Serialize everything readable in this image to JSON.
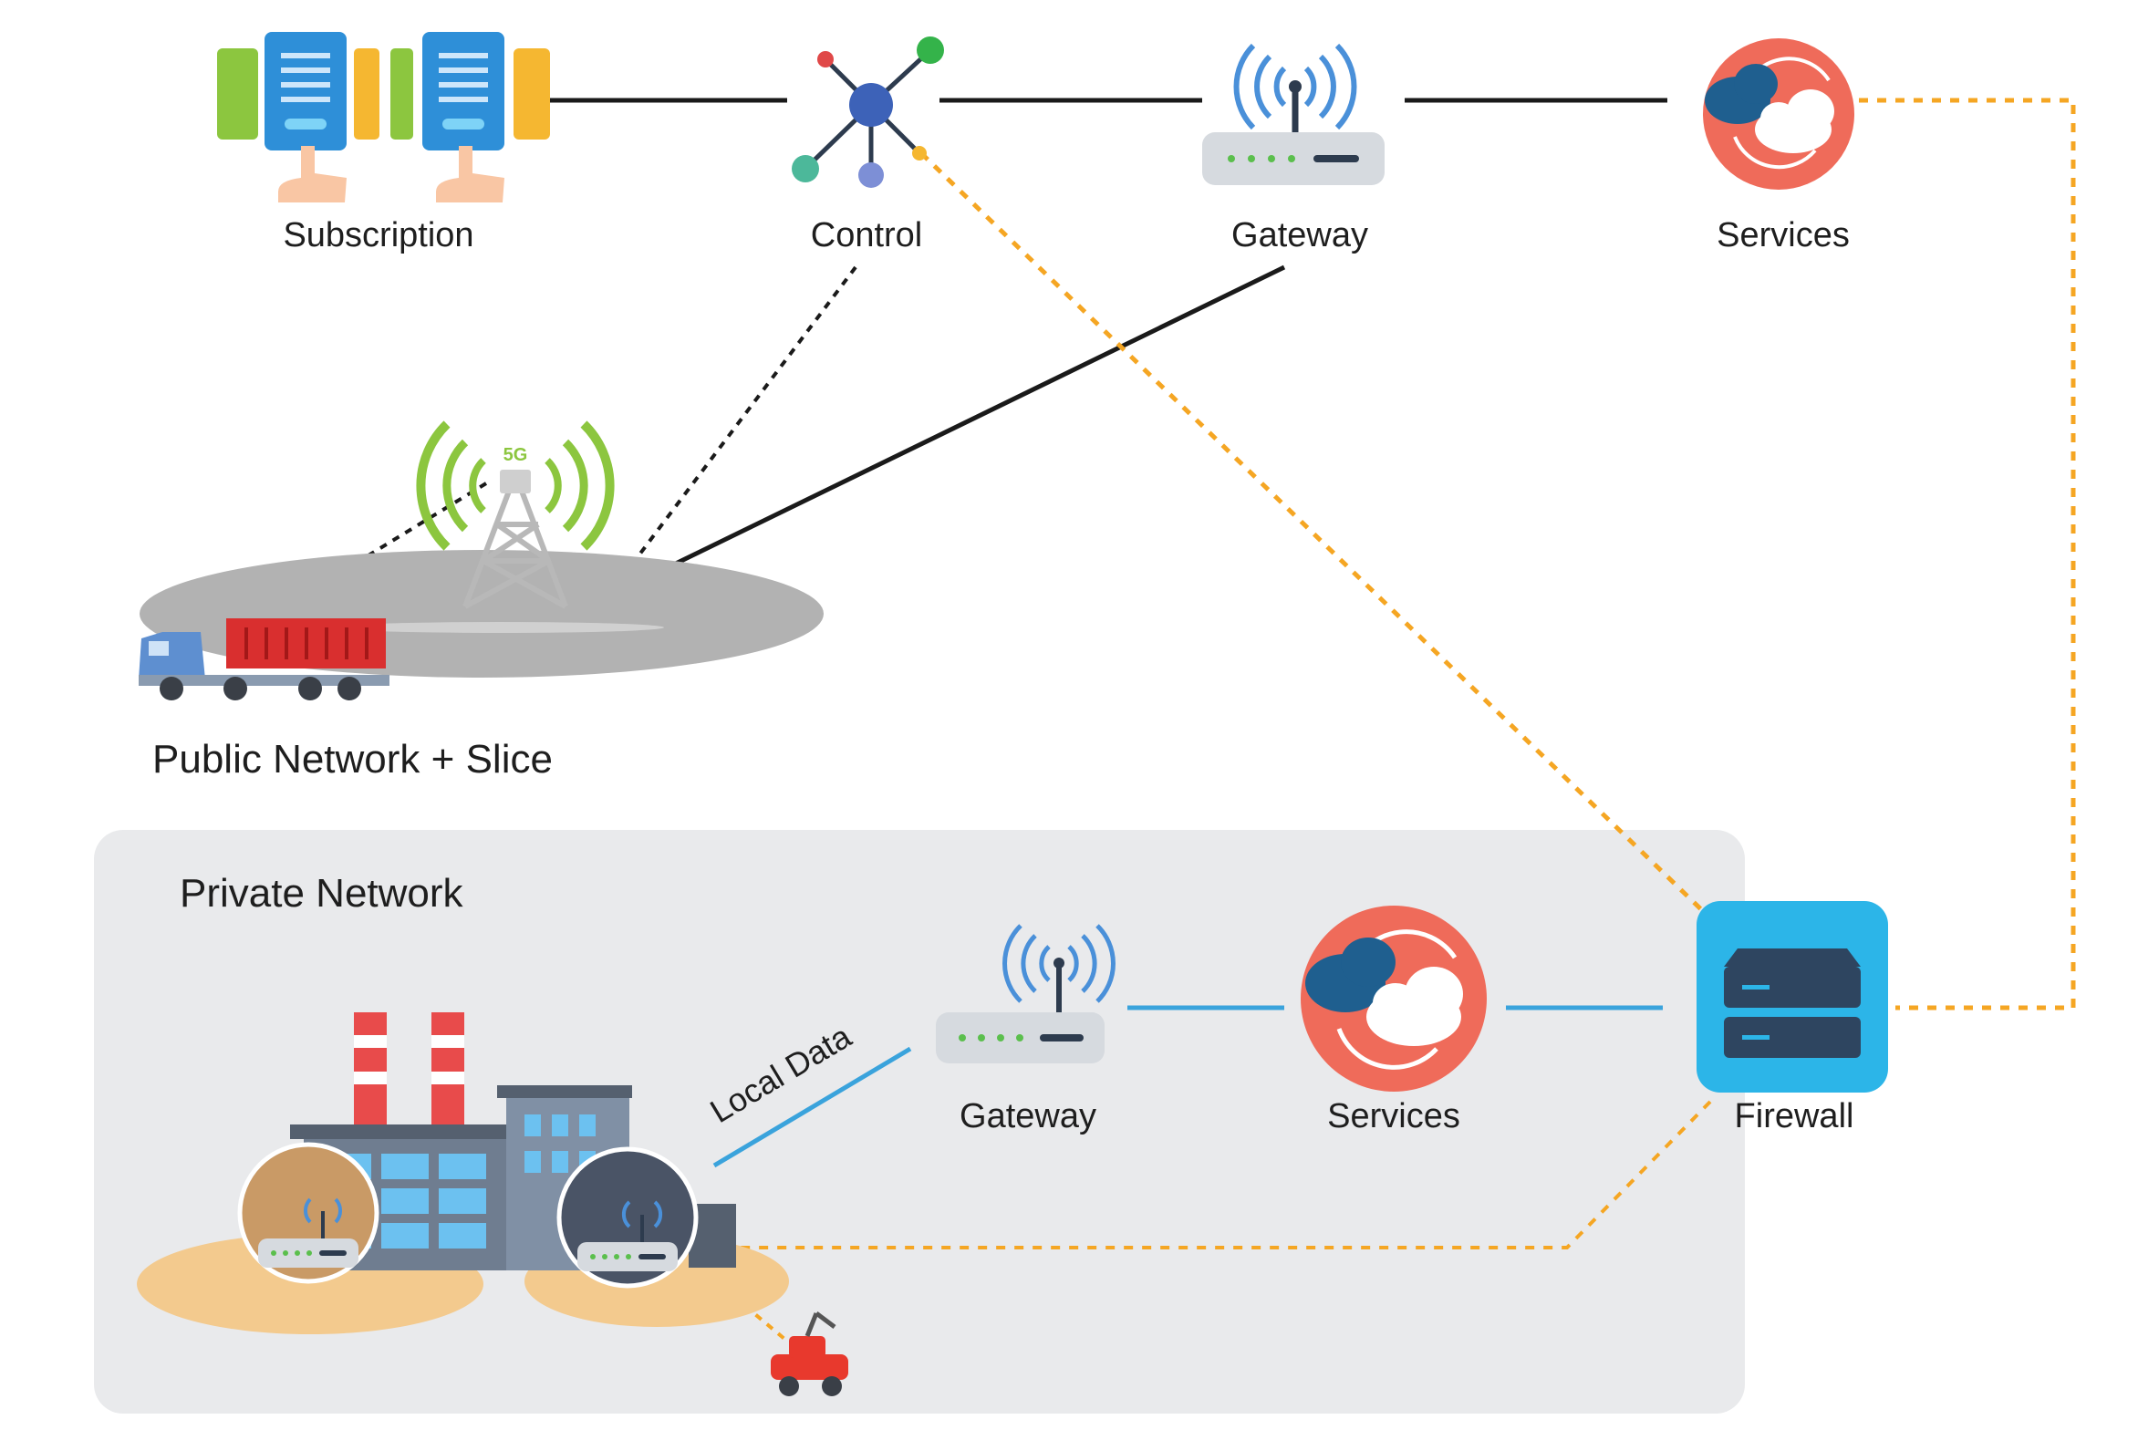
{
  "nodes": {
    "subscription": "Subscription",
    "control": "Control",
    "gateway_public": "Gateway",
    "services_public": "Services",
    "gateway_private": "Gateway",
    "services_private": "Services",
    "firewall": "Firewall"
  },
  "tower_badge": "5G",
  "sections": {
    "public_network": "Public Network + Slice",
    "private_network": "Private Network"
  },
  "links": {
    "local_data": "Local Data"
  },
  "colors": {
    "orange_dashed": "#f5a623",
    "blue_link": "#3aa3dc",
    "black_link": "#1a1a1a",
    "private_panel": "#e9eaec",
    "cloud_circle": "#ef6b5a",
    "firewall_tile": "#2cb5e8",
    "signal_green": "#8cc63f",
    "signal_blue": "#4a90d9"
  }
}
